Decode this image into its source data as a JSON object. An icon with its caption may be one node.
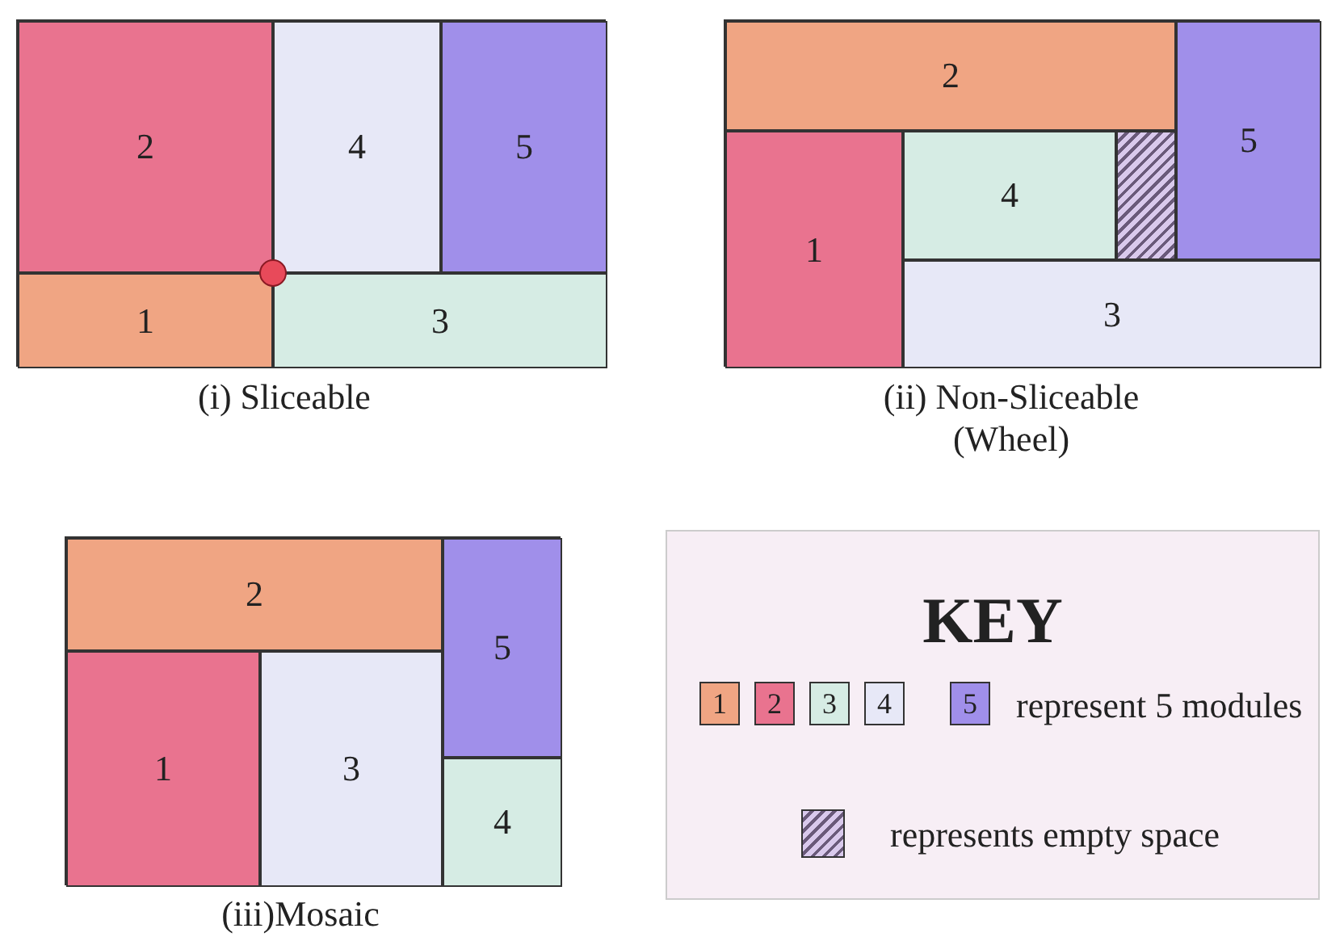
{
  "diagram": {
    "nodes": [
      {
        "text": [],
        "shape": "box",
        "beside": [
          "(i) Sliceable"
        ]
      },
      {
        "text": [
          "2"
        ],
        "in": 0
      },
      {
        "text": [
          "4"
        ],
        "in": 0
      },
      {
        "text": [
          "5"
        ],
        "in": 0
      },
      {
        "text": [
          "1"
        ],
        "in": 0
      },
      {
        "text": [
          "3"
        ],
        "in": 0
      },
      {
        "text": [],
        "shape": "box",
        "beside": [
          "(ii) Non-Sliceable (Wheel)"
        ]
      },
      {
        "text": [
          "2"
        ],
        "in": 6
      },
      {
        "text": [
          "5"
        ],
        "in": 6
      },
      {
        "text": [
          "1"
        ],
        "in": 6
      },
      {
        "text": [
          "4"
        ],
        "in": 6
      },
      {
        "text": [],
        "shape": "box",
        "in": 6
      },
      {
        "text": [
          "3"
        ],
        "in": 6
      },
      {
        "text": [],
        "shape": "box",
        "beside": [
          "(iii)Mosaic"
        ]
      },
      {
        "text": [
          "2"
        ],
        "in": 13
      },
      {
        "text": [
          "5"
        ],
        "in": 13
      },
      {
        "text": [
          "1"
        ],
        "in": 13
      },
      {
        "text": [
          "3"
        ],
        "in": 13
      },
      {
        "text": [
          "4"
        ],
        "in": 13
      },
      {
        "text": [
          "KEY"
        ]
      },
      {
        "text": [
          "1"
        ],
        "in": 19
      },
      {
        "text": [
          "2"
        ],
        "in": 19
      },
      {
        "text": [
          "3"
        ],
        "in": 19
      },
      {
        "text": [
          "4"
        ],
        "in": 19
      },
      {
        "text": [
          "5"
        ],
        "in": 19
      },
      {
        "text": [],
        "shape": "box",
        "in": 19
      }
    ],
    "edges": [],
    "labels": [
      "represent 5 modules",
      "represents empty space"
    ]
  }
}
